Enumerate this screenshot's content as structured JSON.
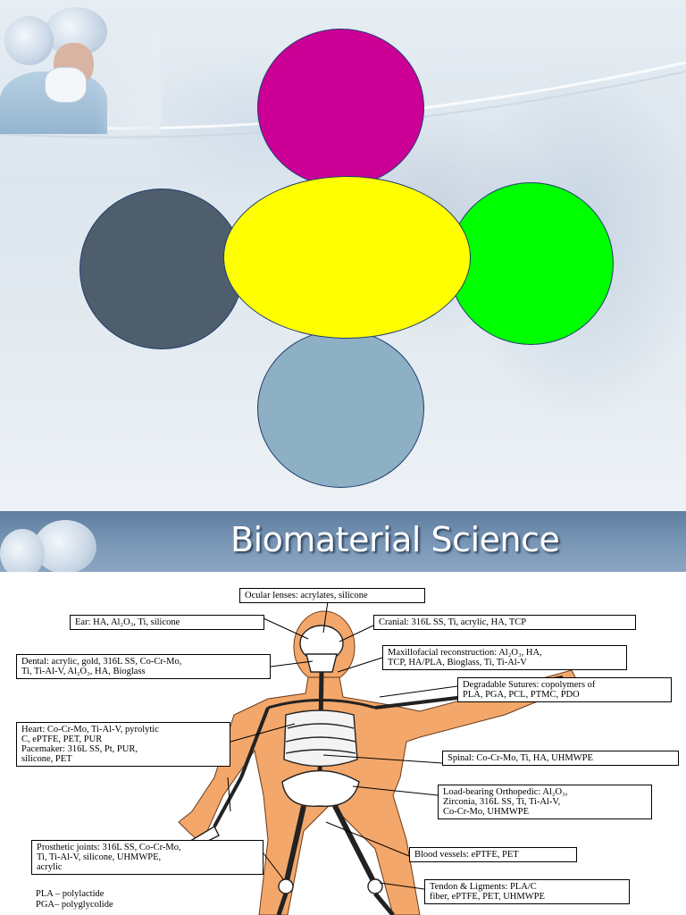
{
  "slide2": {
    "title": "Biomaterial Science"
  },
  "figure": {
    "labels": {
      "ocular": "Ocular lenses: acrylates, silicone",
      "ear": "Ear: HA, Al₂O₃, Ti, silicone",
      "cranial": "Cranial: 316L SS, Ti, acrylic, HA, TCP",
      "dental": "Dental: acrylic, gold, 316L SS, Co-Cr-Mo,\nTi, Ti-Al-V, Al₂O₃, HA, Bioglass",
      "maxillofacial": "Maxillofacial reconstruction: Al₂O₃, HA,\nTCP, HA/PLA, Bioglass, Ti, Ti-Al-V",
      "sutures": "Degradable Sutures: copolymers of\nPLA, PGA, PCL, PTMC, PDO",
      "heart": "Heart: Co-Cr-Mo, Ti-Al-V, pyrolytic\nC, ePTFE, PET, PUR\nPacemaker: 316L SS, Pt, PUR,\nsilicone, PET",
      "spinal": "Spinal: Co-Cr-Mo, Ti, HA, UHMWPE",
      "loadbearing": "Load-bearing Orthopedic: Al₂O₃,\nZirconia, 316L SS, Ti, Ti-Al-V,\nCo-Cr-Mo, UHMWPE",
      "prosthetic": "Prosthetic joints: 316L SS, Co-Cr-Mo,\nTi, Ti-Al-V, silicone, UHMWPE,\nacrylic",
      "vessels": "Blood vessels: ePTFE, PET",
      "tendon": "Tendon & Ligments: PLA/C\nfiber, ePTFE, PET, UHMWPE"
    },
    "legend": "PLA – polylactide\nPGA– polyglycolide"
  },
  "colors": {
    "magenta": "#cc0096",
    "slate": "#4f5e6c",
    "green": "#00ff00",
    "blue_gray": "#8eb0c5",
    "yellow": "#ffff00",
    "skin": "#f3a76a"
  }
}
